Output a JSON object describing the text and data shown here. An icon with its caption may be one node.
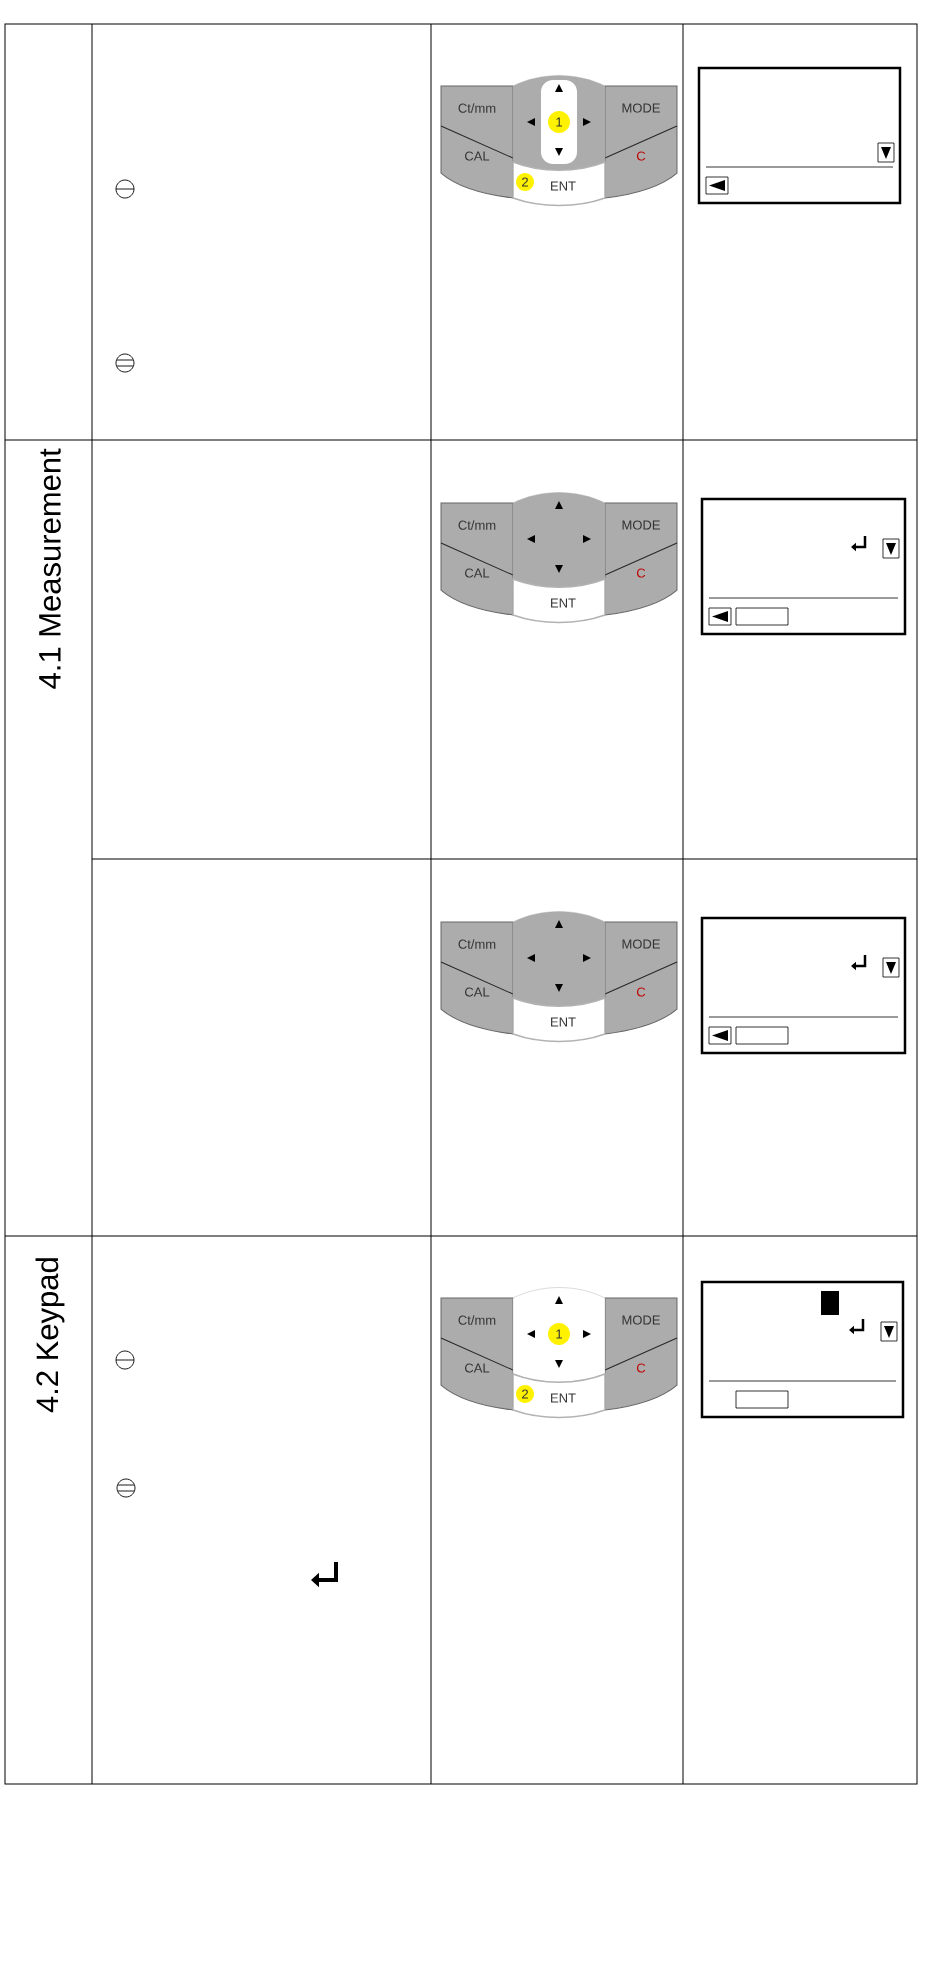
{
  "diagram": {
    "labels": [
      "Ct/mm",
      "MODE",
      "1",
      "CAL",
      "2",
      "ENT",
      "C",
      "4.1 Measurement",
      "Ct/mm",
      "MODE",
      "CAL",
      "ENT",
      "C",
      "Ct/mm",
      "MODE",
      "CAL",
      "ENT",
      "C",
      "4.2 Keypad",
      "Ct/mm",
      "MODE",
      "1",
      "CAL",
      "2",
      "ENT",
      "C"
    ]
  }
}
